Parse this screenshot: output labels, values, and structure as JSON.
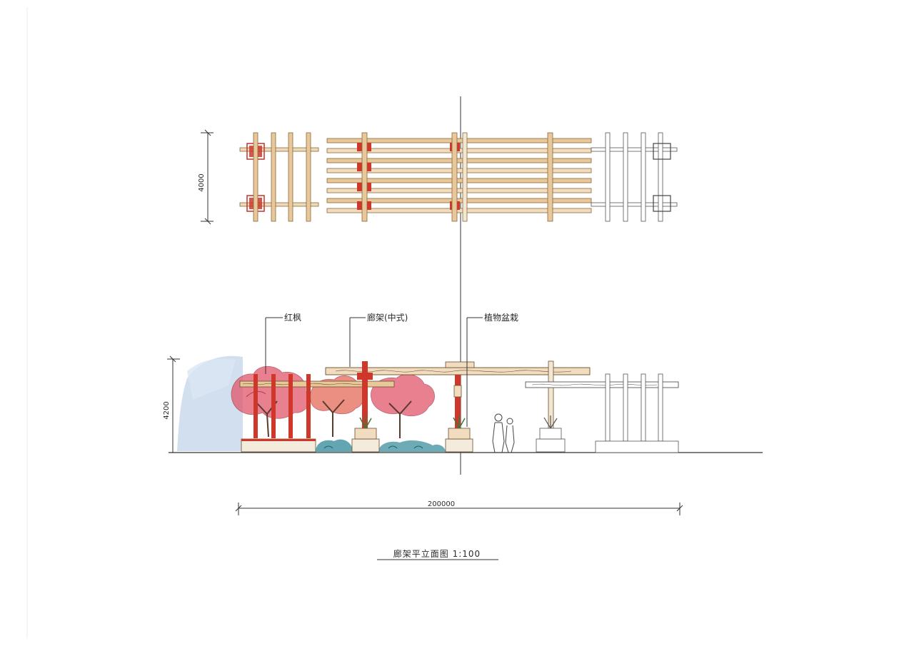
{
  "plan_view": {
    "width_dimension": "4000"
  },
  "elevation_view": {
    "height_dimension": "4200",
    "length_dimension": "200000",
    "callouts": {
      "red_maple": "红枫",
      "pergola_chinese_style": "廊架(中式)",
      "plant_pots": "植物盆栽"
    }
  },
  "drawing_title": "廊架平立面图 1:100",
  "colors": {
    "red_post": "#d0372b",
    "timber": "#e8c79a",
    "foliage_red": "#e2566a",
    "shrub_blue": "#3c8f9e",
    "line": "#2a2a2a"
  }
}
